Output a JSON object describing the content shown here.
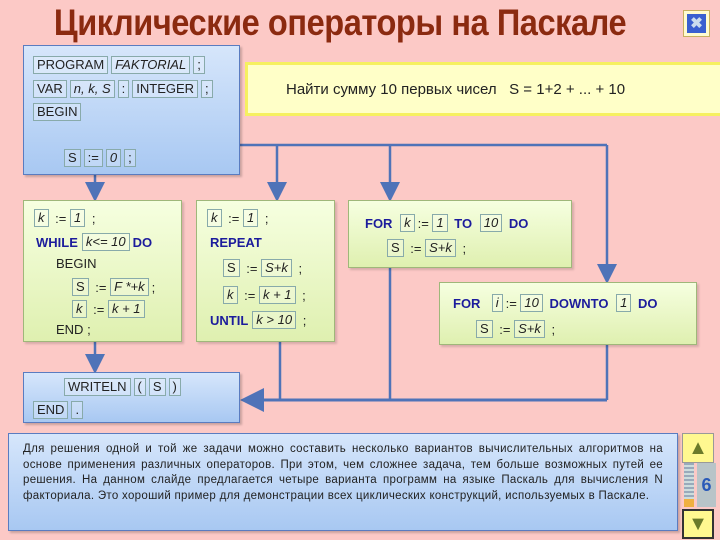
{
  "title": "Циклические операторы на Паскале",
  "close_icon": "close-icon",
  "header": {
    "program": "PROGRAM",
    "name": "FAKTORIAL",
    "semi": ";",
    "var": "VAR",
    "vars": "n, k, S",
    "colon": ":",
    "type": "INTEGER",
    "begin": "BEGIN",
    "s": "S",
    "assign": ":=",
    "zero": "0"
  },
  "task": "Найти сумму 10 первых чисел   S = 1+2 + ... + 10",
  "while_block": {
    "k": "k",
    "assign": ":=",
    "one": "1",
    "semi": ";",
    "while": "WHILE",
    "cond": "k<= 10",
    "do": "DO",
    "begin": "BEGIN",
    "s": "S",
    "expr1": "F *+k",
    "expr2": "k + 1",
    "end": "END"
  },
  "repeat_block": {
    "k": "k",
    "assign": ":=",
    "one": "1",
    "semi": ";",
    "repeat": "REPEAT",
    "s": "S",
    "expr1": "S+k",
    "expr2": "k + 1",
    "until": "UNTIL",
    "cond": "k > 10"
  },
  "for_block": {
    "for": "FOR",
    "k": "k",
    "assign": ":=",
    "one": "1",
    "to": "TO",
    "ten": "10",
    "do": "DO",
    "s": "S",
    "expr": "S+k",
    "semi": ";"
  },
  "downto_block": {
    "for": "FOR",
    "i": "i",
    "assign": ":=",
    "ten": "10",
    "downto": "DOWNTO",
    "one": "1",
    "do": "DO",
    "s": "S",
    "expr": "S+k",
    "semi": ";"
  },
  "footer": {
    "writeln": "WRITELN",
    "lp": "(",
    "s": "S",
    "rp": ")",
    "end": "END",
    "dot": "."
  },
  "description": "Для решения одной и той же задачи можно составить несколько вариантов вычислительных алгоритмов на основе применения различных операторов. При этом, чем сложнее задача, тем больше возможных путей ее решения. На данном слайде предлагается четыре варианта программ на языке Паскаль для вычисления N факториала. Это хороший пример для демонстрации всех циклических конструкций, используемых в Паскале.",
  "nav": {
    "up_icon": "triangle-up-icon",
    "down_icon": "triangle-down-icon",
    "page": "6"
  },
  "colors": {
    "title": "#8b2a10",
    "background": "#fcc9c6",
    "arrows": "#4f73b8"
  }
}
